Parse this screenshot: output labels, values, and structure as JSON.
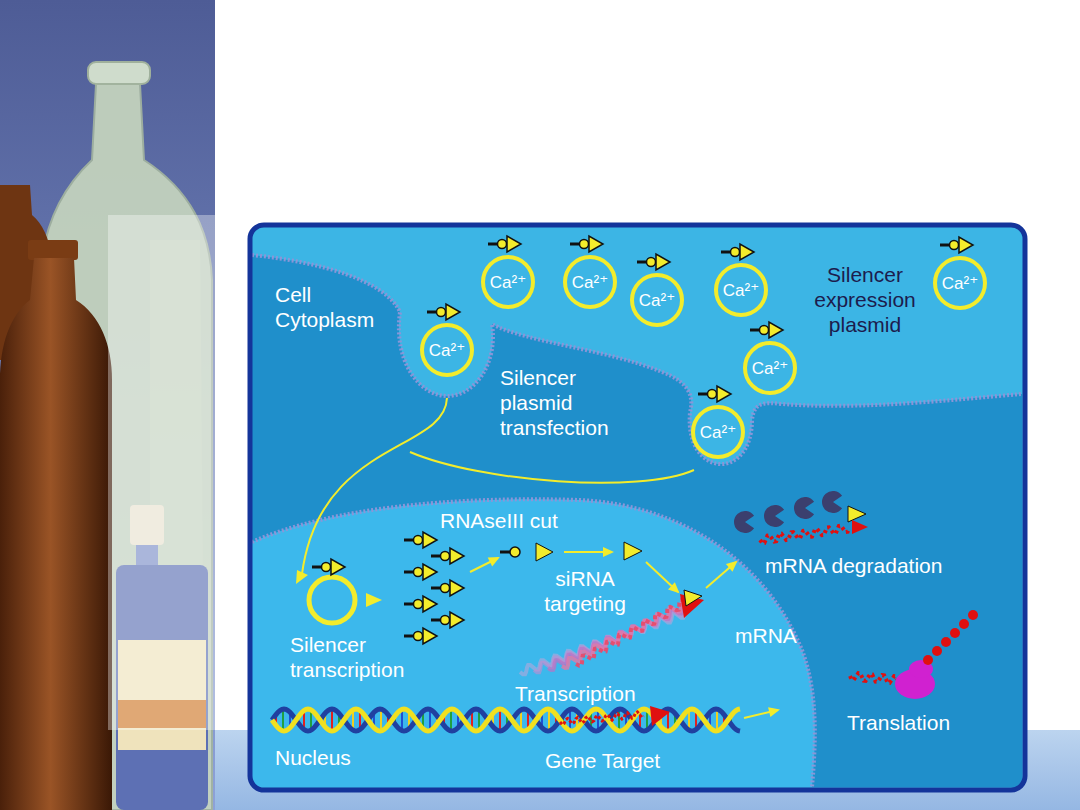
{
  "diagram": {
    "nodes": [
      {
        "text": [
          "Ca²⁺"
        ]
      },
      {
        "text": [
          "Ca²⁺"
        ]
      },
      {
        "text": [
          "Ca²⁺"
        ]
      },
      {
        "text": [
          "Ca²⁺"
        ]
      },
      {
        "text": [
          "Ca²⁺"
        ]
      },
      {
        "text": [
          "Ca²⁺"
        ]
      },
      {
        "text": [
          "Ca²⁺"
        ]
      },
      {
        "text": [
          "Ca²⁺"
        ]
      }
    ],
    "labels": [
      "Cell Cytoplasm",
      "Silencer expression plasmid",
      "Silencer plasmid transfection",
      "RNAseIII cut",
      "siRNA targeting",
      "mRNA degradation",
      "Silencer transcription",
      "mRNA",
      "Transcription",
      "Translation",
      "Nucleus",
      "Gene Target"
    ]
  }
}
